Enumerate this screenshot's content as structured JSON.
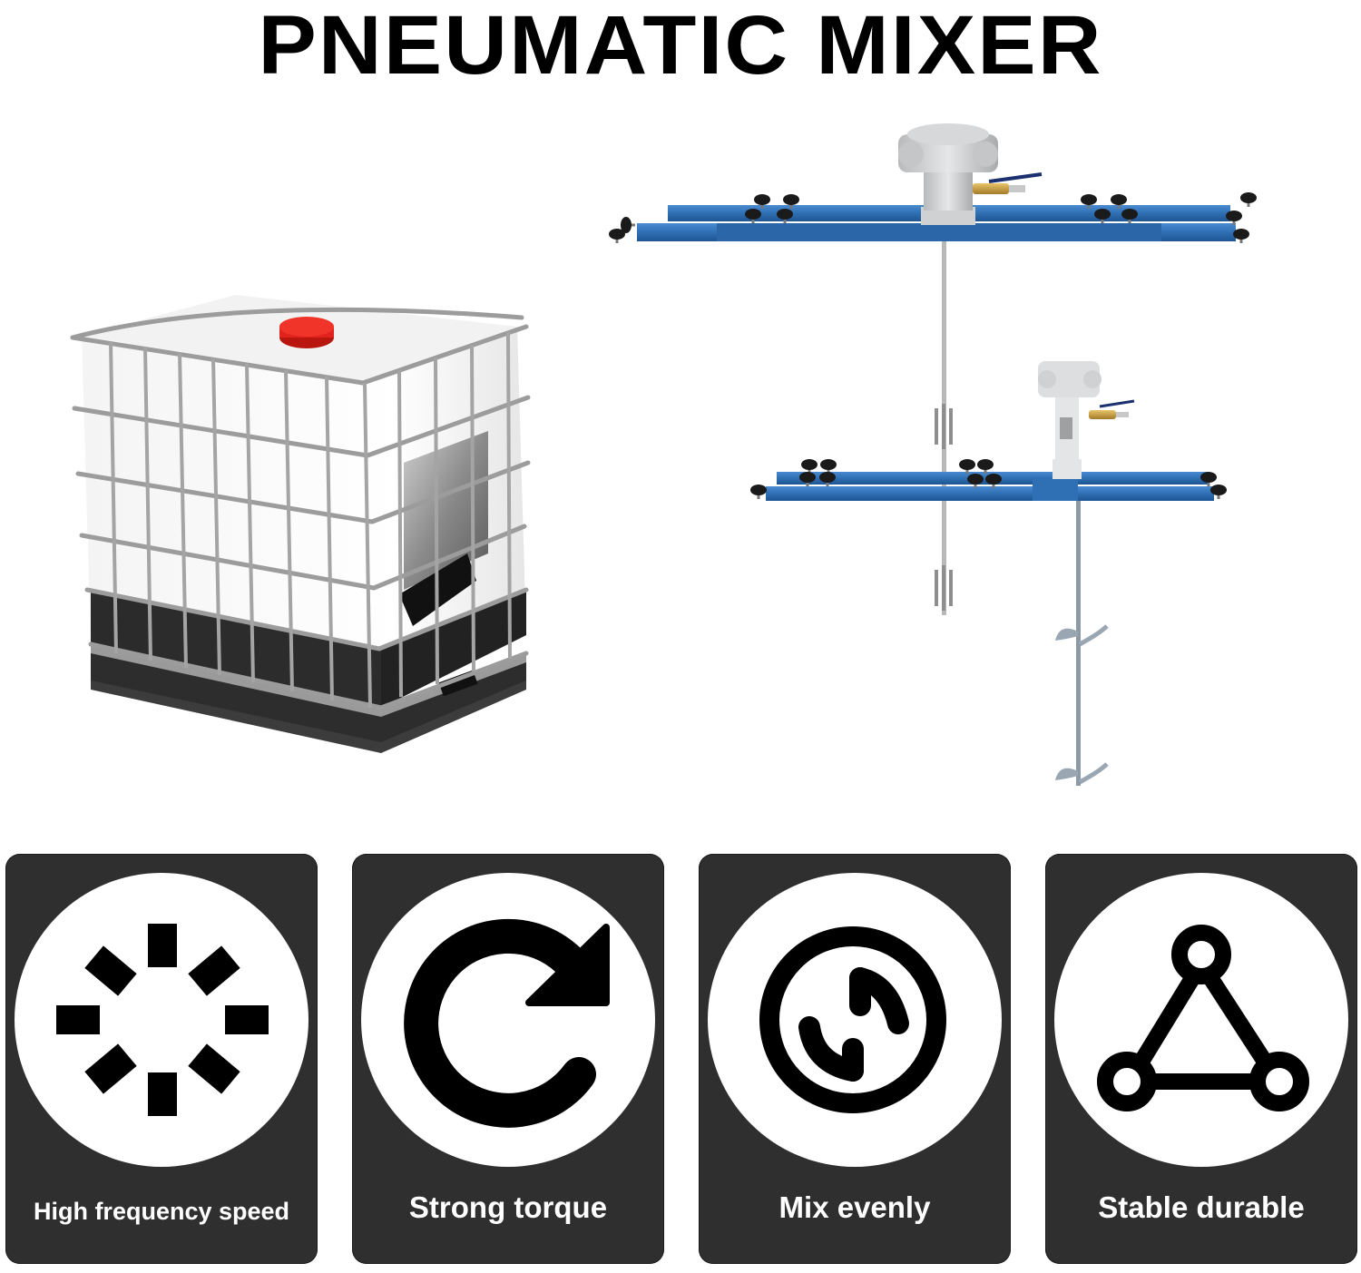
{
  "title": "PNEUMATIC MIXER",
  "scene": {
    "left_product": "ibc-tote-tank",
    "right_product": "pneumatic-mixers-with-tank-mounting-bars",
    "colors": {
      "bar_blue": "#2f6fb3",
      "motor_silver": "#d2d4d6",
      "cap_red": "#e0231c",
      "valve_brass": "#c9a24a"
    }
  },
  "features": [
    {
      "icon": "high-frequency-speed-icon",
      "label": "High frequency speed"
    },
    {
      "icon": "strong-torque-icon",
      "label": "Strong torque"
    },
    {
      "icon": "mix-evenly-icon",
      "label": "Mix evenly"
    },
    {
      "icon": "stable-durable-icon",
      "label": "Stable durable"
    }
  ],
  "colors": {
    "panel_bg": "#2f2f2f",
    "disc": "#ffffff",
    "glyph": "#000000",
    "label": "#ffffff"
  }
}
